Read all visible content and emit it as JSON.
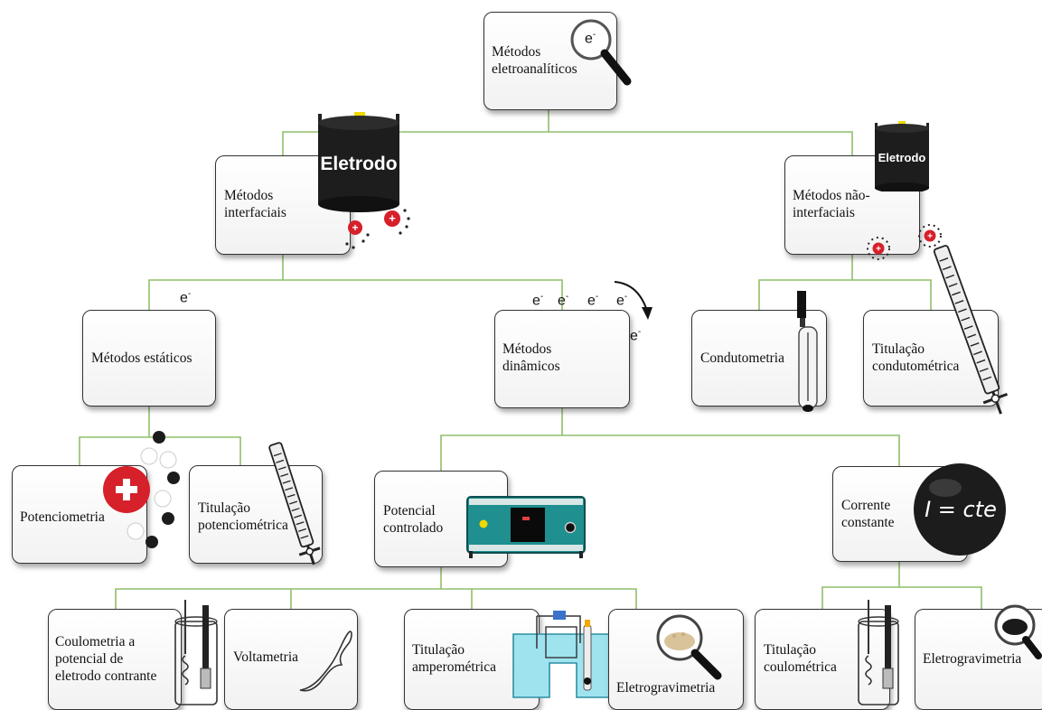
{
  "nodes": {
    "root": "Métodos\neletroanalíticos",
    "interfaciais": "Métodos\ninterfaciais",
    "nao_interfaciais": "Métodos não-\ninterfaciais",
    "estaticos": "Métodos estáticos",
    "dinamicos": "Métodos\ndinâmicos",
    "condutometria": "Condutometria",
    "titulacao_condutometrica": "Titulação\ncondutométrica",
    "potenciometria": "Potenciometria",
    "titulacao_potenciometrica": "Titulação\npotenciométrica",
    "potencial_controlado": "Potencial\ncontrolado",
    "corrente_constante": "Corrente\nconstante",
    "coulometria_potencial": "Coulometria a\npotencial de\neletrodo contrante",
    "voltametria": "Voltametria",
    "titulacao_amperometrica": "Titulação\namperométrica",
    "eletrogravimetria_1": "Eletrogravimetria",
    "titulacao_coulometrica": "Titulação\ncoulométrica",
    "eletrogravimetria_2": "Eletrogravimetria"
  },
  "decorations": {
    "electrode_large_text": "Eletrodo",
    "electrode_small_text": "Eletrodo",
    "electron_symbol": "e",
    "electron_charge": "-",
    "formula_text": "I = cte",
    "plus_sign": "+"
  },
  "colors": {
    "connector": "#8fbf6a",
    "box_border": "#333333",
    "cation_red": "#d6202a",
    "instrument_teal": "#1f8f8f",
    "solution_blue": "#9fe3ef",
    "sphere_dark": "#1c1c1c"
  },
  "icons": [
    "magnifier-icon",
    "electrode-cylinder-icon",
    "cation-icon",
    "burette-icon",
    "conductivity-probe-icon",
    "potentiostat-icon",
    "cyclic-voltammogram-icon",
    "electrochemical-cell-icon",
    "powder-magnifier-icon"
  ]
}
